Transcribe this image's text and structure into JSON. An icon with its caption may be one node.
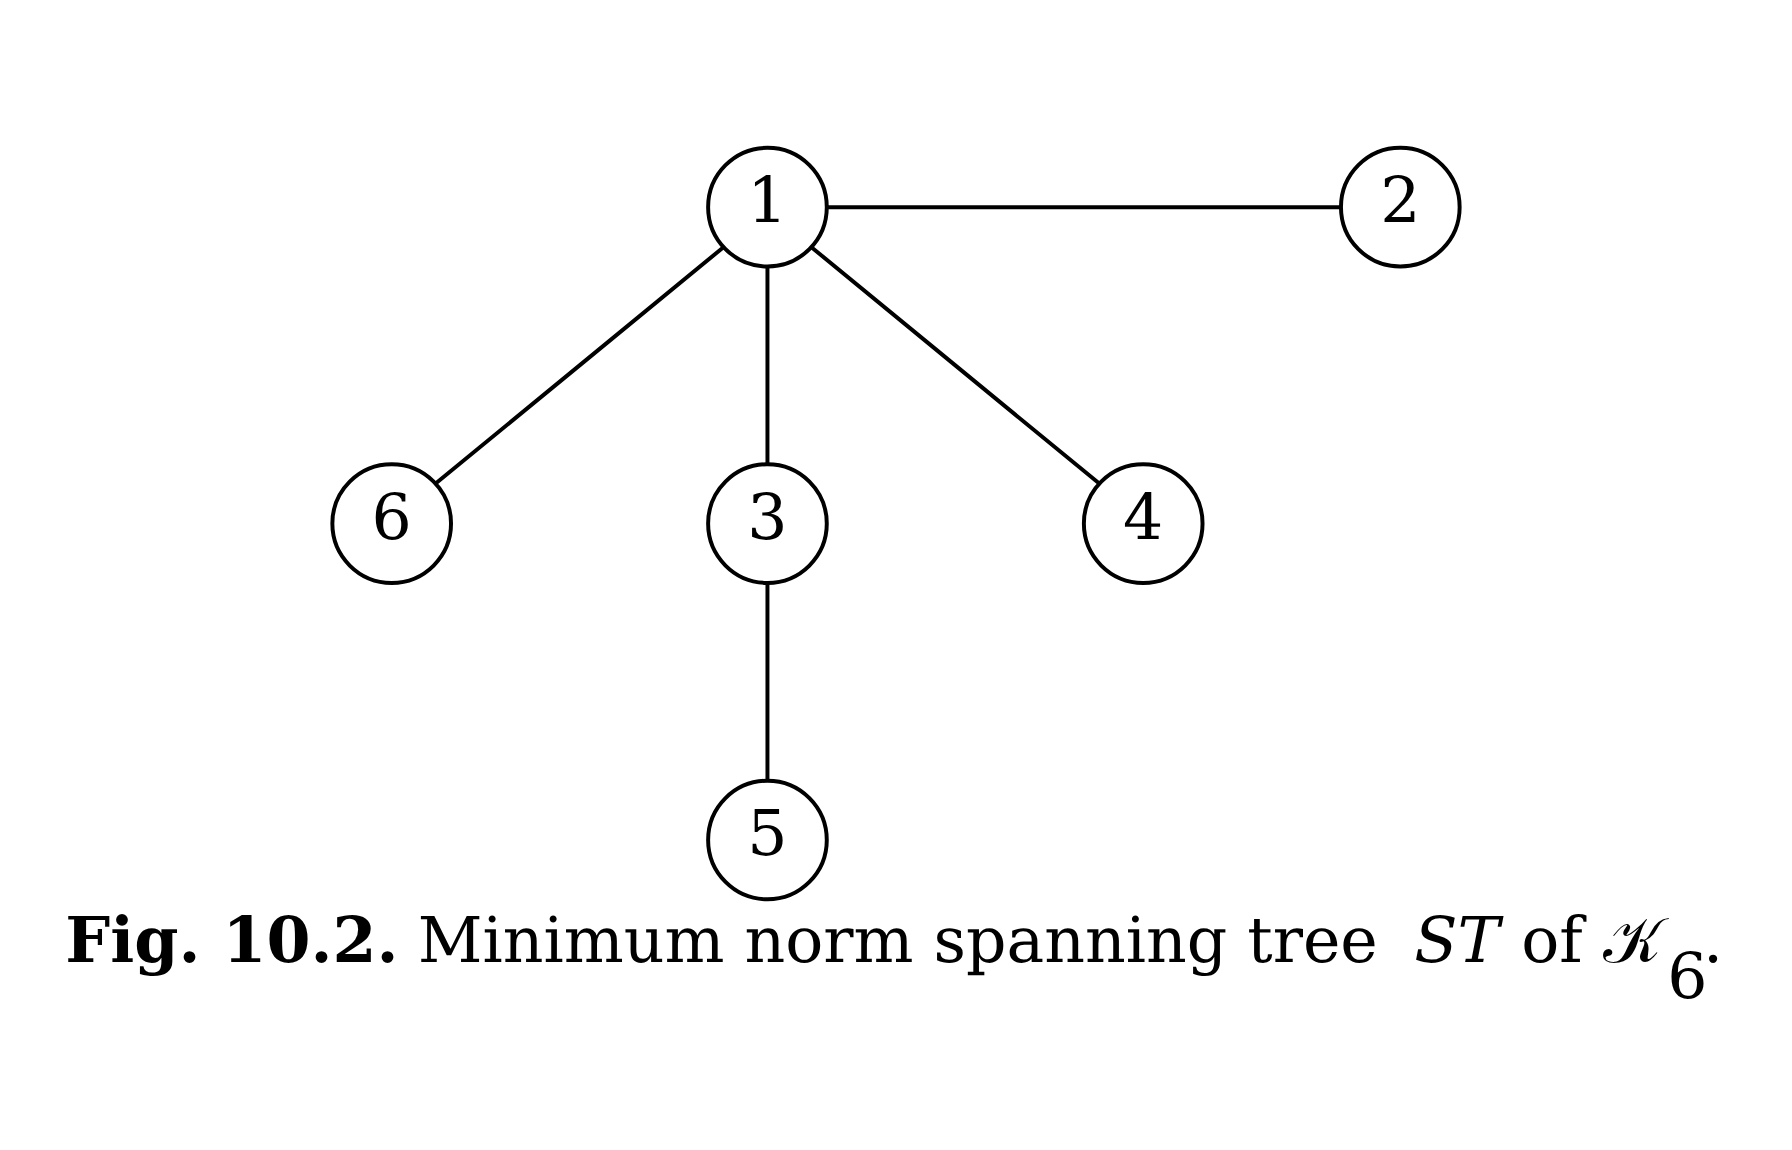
{
  "diagram": {
    "caption": "**Fig. 10.2.** Minimum norm spanning tree *ST* of 𝒦$_{6}$.",
    "nodes": [
      {
        "text": [
          "1"
        ]
      },
      {
        "text": [
          "2"
        ]
      },
      {
        "text": [
          "6"
        ]
      },
      {
        "text": [
          "3"
        ]
      },
      {
        "text": [
          "4"
        ]
      },
      {
        "text": [
          "5"
        ]
      }
    ],
    "edges": [
      {
        "from": 0,
        "to": 1,
        "arrow": "none"
      },
      {
        "from": 0,
        "to": 2,
        "arrow": "none"
      },
      {
        "from": 0,
        "to": 3,
        "arrow": "none"
      },
      {
        "from": 0,
        "to": 4,
        "arrow": "none"
      },
      {
        "from": 3,
        "to": 5,
        "arrow": "none"
      }
    ]
  }
}
